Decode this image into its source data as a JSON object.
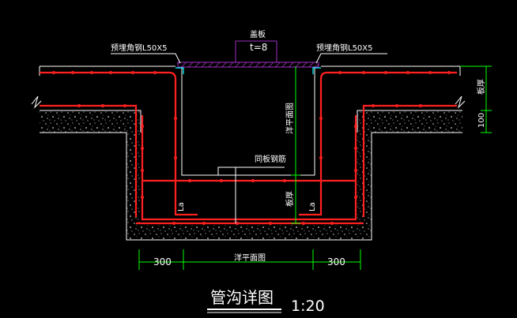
{
  "drawing": {
    "title": "管沟详图",
    "scale": "1:20",
    "labels": {
      "cover_plate": "盖板",
      "thickness": "t=8",
      "angle_left": "预埋角钢L50X5",
      "angle_right": "预埋角钢L50X5",
      "section_left": "洋平面图",
      "section_mid": "同板钢筋",
      "slab_thickness_right": "板厚",
      "slab_thickness_inner": "板厚",
      "dim_100": "100",
      "la_left": "La",
      "la_right": "La",
      "dim_left": "300",
      "dim_mid": "洋平面图",
      "dim_right": "300"
    },
    "colors": {
      "background": "#000000",
      "rebar": "#ff2020",
      "outline": "#ffffff",
      "dimension": "#00ff00",
      "cover": "#a030c0",
      "anchor": "#00ffff"
    }
  }
}
